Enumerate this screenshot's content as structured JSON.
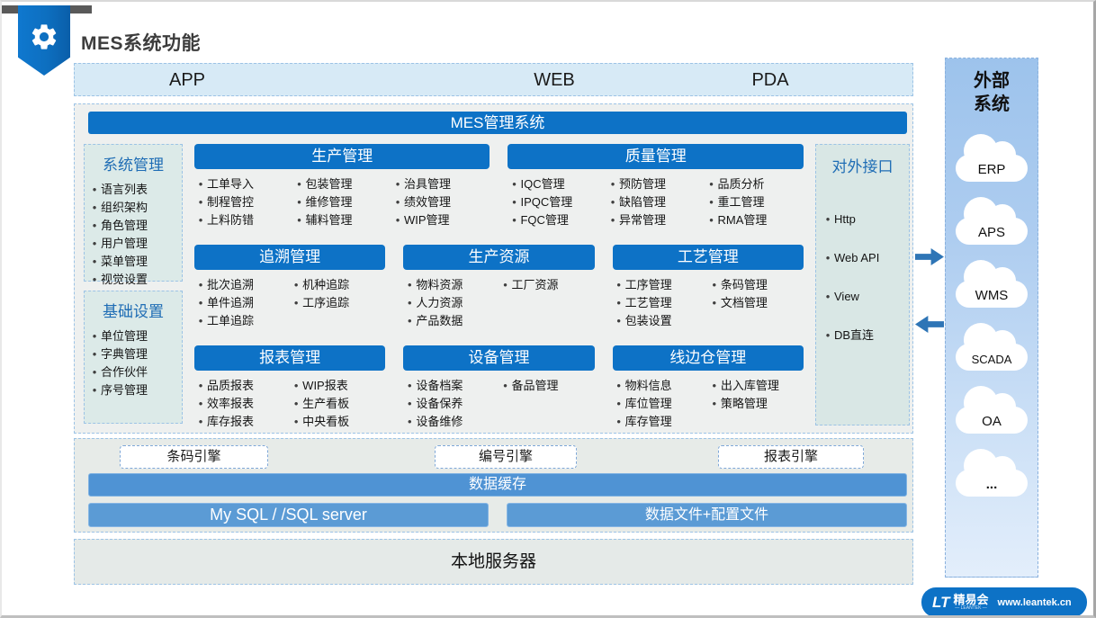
{
  "page": {
    "title": "MES系统功能"
  },
  "clients": {
    "items": [
      "APP",
      "WEB",
      "PDA"
    ]
  },
  "mes_bar": "MES管理系统",
  "side_panels": [
    {
      "title": "系统管理",
      "items": [
        "语言列表",
        "组织架构",
        "角色管理",
        "用户管理",
        "菜单管理",
        "视觉设置"
      ]
    },
    {
      "title": "基础设置",
      "items": [
        "单位管理",
        "字典管理",
        "合作伙伴",
        "序号管理"
      ]
    }
  ],
  "modules": [
    {
      "title": "生产管理",
      "columns": [
        [
          "工单导入",
          "制程管控",
          "上料防错"
        ],
        [
          "包装管理",
          "维修管理",
          "辅料管理"
        ],
        [
          "治具管理",
          "绩效管理",
          "WIP管理"
        ]
      ]
    },
    {
      "title": "质量管理",
      "columns": [
        [
          "IQC管理",
          "IPQC管理",
          "FQC管理"
        ],
        [
          "预防管理",
          "缺陷管理",
          "异常管理"
        ],
        [
          "品质分析",
          "重工管理",
          "RMA管理"
        ]
      ]
    },
    {
      "title": "追溯管理",
      "columns": [
        [
          "批次追溯",
          "单件追溯",
          "工单追踪"
        ],
        [
          "机种追踪",
          "工序追踪"
        ]
      ]
    },
    {
      "title": "生产资源",
      "columns": [
        [
          "物料资源",
          "人力资源",
          "产品数据"
        ],
        [
          "工厂资源"
        ]
      ]
    },
    {
      "title": "工艺管理",
      "columns": [
        [
          "工序管理",
          "工艺管理",
          "包装设置"
        ],
        [
          "条码管理",
          "文档管理"
        ]
      ]
    },
    {
      "title": "报表管理",
      "columns": [
        [
          "品质报表",
          "效率报表",
          "库存报表"
        ],
        [
          "WIP报表",
          "生产看板",
          "中央看板"
        ]
      ]
    },
    {
      "title": "设备管理",
      "columns": [
        [
          "设备档案",
          "设备保养",
          "设备维修"
        ],
        [
          "备品管理"
        ]
      ]
    },
    {
      "title": "线边仓管理",
      "columns": [
        [
          "物料信息",
          "库位管理",
          "库存管理"
        ],
        [
          "出入库管理",
          "策略管理"
        ]
      ]
    }
  ],
  "interface_panel": {
    "title": "对外接口",
    "items": [
      "Http",
      "Web API",
      "View",
      "DB直连"
    ]
  },
  "middleware": {
    "engines": [
      "条码引擎",
      "编号引擎",
      "报表引擎"
    ],
    "cache": "数据缓存",
    "database": "My SQL / /SQL server",
    "files": "数据文件+配置文件"
  },
  "local_server": "本地服务器",
  "external": {
    "title": "外部系统",
    "systems": [
      "ERP",
      "APS",
      "WMS",
      "SCADA",
      "OA",
      "..."
    ]
  },
  "logo": {
    "mark": "LT",
    "brand": "精易会",
    "brand_sub": "— LEANTEK —",
    "url": "www.leantek.cn"
  },
  "colors": {
    "accent_blue": "#0d72c6",
    "cache_blue": "#4f93d4",
    "db_blue": "#5b9bd5",
    "clients_bg": "#d7eaf6",
    "panel_bg": "#eef0ef",
    "side_panel_bg": "#dceae8",
    "external_top": "#9dc3ec",
    "external_bottom": "#e3eefb",
    "arrow_blue": "#2e75b6"
  }
}
